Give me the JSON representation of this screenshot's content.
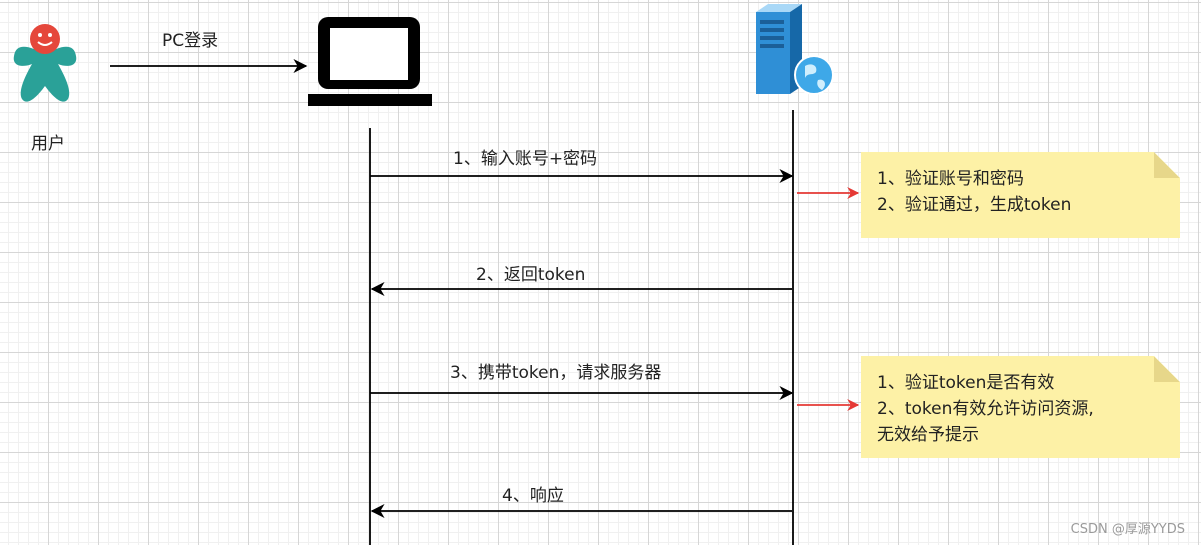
{
  "actors": {
    "user_label": "用户",
    "login_label": "PC登录"
  },
  "messages": [
    {
      "label": "1、输入账号+密码",
      "direction": "to-server"
    },
    {
      "label": "2、返回token",
      "direction": "to-client"
    },
    {
      "label": "3、携带token，请求服务器",
      "direction": "to-server"
    },
    {
      "label": "4、响应",
      "direction": "to-client"
    }
  ],
  "notes": [
    {
      "lines": [
        "1、验证账号和密码",
        "2、验证通过，生成token"
      ]
    },
    {
      "lines": [
        "1、验证token是否有效",
        "2、token有效允许访问资源,",
        "无效给予提示"
      ]
    }
  ],
  "watermark": "CSDN @厚源YYDS",
  "colors": {
    "user_body": "#2aa198",
    "user_head": "#e5473b",
    "server_body": "#2f8fd6",
    "server_globe": "#3ea8e8",
    "note_fill": "#fdf1a6",
    "red_arrow": "#e53935"
  }
}
